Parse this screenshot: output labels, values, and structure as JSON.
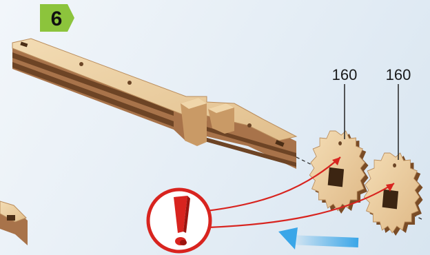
{
  "step": {
    "number": "6"
  },
  "parts": [
    {
      "label": "160"
    },
    {
      "label": "160"
    }
  ],
  "colors": {
    "badge_green": "#8cc43c",
    "wood_face": "#e6c79a",
    "wood_edge": "#8a5a32",
    "wood_dark": "#5e3a1e",
    "arrow_red": "#d8241f",
    "arrow_blue": "#3aa6e8"
  },
  "icons": {
    "warning": "exclamation-icon",
    "direction": "arrow-icon"
  }
}
